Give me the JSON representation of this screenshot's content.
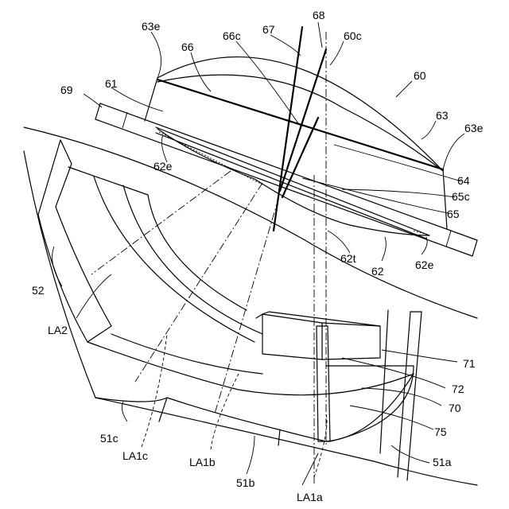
{
  "labels": {
    "l60": "60",
    "l60c": "60c",
    "l61": "61",
    "l62": "62",
    "l62e_left": "62e",
    "l62e_right": "62e",
    "l62t": "62t",
    "l63": "63",
    "l63e_left": "63e",
    "l63e_right": "63e",
    "l64": "64",
    "l65": "65",
    "l65c": "65c",
    "l66": "66",
    "l66c": "66c",
    "l67": "67",
    "l68": "68",
    "l69": "69",
    "l70": "70",
    "l71": "71",
    "l72": "72",
    "l75": "75",
    "l51a": "51a",
    "l51b": "51b",
    "l51c": "51c",
    "l52": "52",
    "lLA1a": "LA1a",
    "lLA1b": "LA1b",
    "lLA1c": "LA1c",
    "lLA2": "LA2"
  }
}
